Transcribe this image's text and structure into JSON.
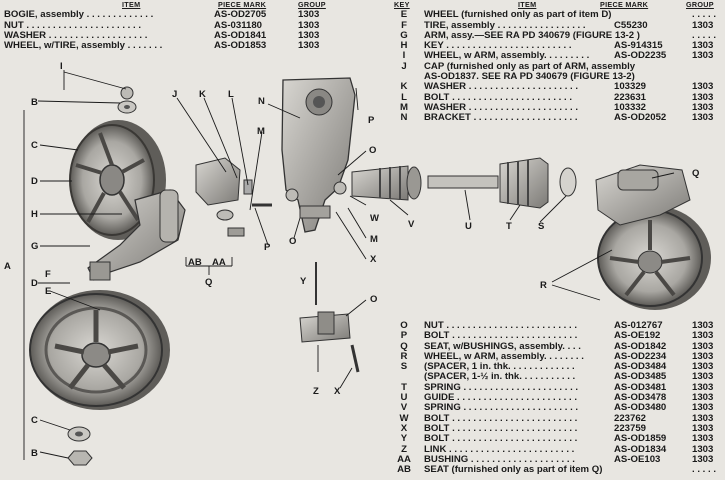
{
  "top_left_table": {
    "headers": {
      "item": "ITEM",
      "piece_mark": "PIECE MARK",
      "group": "GROUP"
    },
    "rows": [
      {
        "item": "BOGIE, assembly . . . . . . . . . . . . .",
        "piece_mark": "AS-OD2705",
        "group": "1303"
      },
      {
        "item": "NUT . . . . . . . . . . . . . . . . . . . . . .",
        "piece_mark": "AS-031180",
        "group": "1303"
      },
      {
        "item": "WASHER . . . . . . . . . . . . . . . . . . .",
        "piece_mark": "AS-OD1841",
        "group": "1303"
      },
      {
        "item": "WHEEL, w/TIRE, assembly . . . . . . .",
        "piece_mark": "AS-OD1853",
        "group": "1303"
      }
    ]
  },
  "top_right_table": {
    "headers": {
      "key": "KEY",
      "item": "ITEM",
      "piece_mark": "PIECE MARK",
      "group": "GROUP"
    },
    "rows": [
      {
        "key": "E",
        "item": "WHEEL (furnished only as part of item D)",
        "piece_mark": "",
        "group": ". . . . ."
      },
      {
        "key": "F",
        "item": "TIRE, assembly . . . . . . . . . . . . . . . . .",
        "piece_mark": "C55230",
        "group": "1303"
      },
      {
        "key": "G",
        "item": "ARM, assy.—SEE RA PD 340679 (FIGURE 13-2 )",
        "piece_mark": "",
        "group": ". . . . ."
      },
      {
        "key": "H",
        "item": "KEY . . . . . . . . . . . . . . . . . . . . . . . .",
        "piece_mark": "AS-914315",
        "group": "1303"
      },
      {
        "key": "I",
        "item": "WHEEL, w ARM, assembly. . . . . . . . .",
        "piece_mark": "AS-OD2235",
        "group": "1303"
      },
      {
        "key": "J",
        "item": "CAP (furnished only as part of ARM, assembly",
        "piece_mark": "",
        "group": ""
      },
      {
        "key": "",
        "item": "AS-OD1837. SEE RA PD 340679 (FIGURE 13-2)",
        "piece_mark": "",
        "group": ""
      },
      {
        "key": "K",
        "item": "WASHER . . . . . . . . . . . . . . . . . . . . .",
        "piece_mark": "103329",
        "group": "1303"
      },
      {
        "key": "L",
        "item": "BOLT . . . . . . . . . . . . . . . . . . . . . . .",
        "piece_mark": "223631",
        "group": "1303"
      },
      {
        "key": "M",
        "item": "WASHER . . . . . . . . . . . . . . . . . . . . .",
        "piece_mark": "103332",
        "group": "1303"
      },
      {
        "key": "N",
        "item": "BRACKET . . . . . . . . . . . . . . . . . . . .",
        "piece_mark": "AS-OD2052",
        "group": "1303"
      }
    ]
  },
  "bottom_right_table": {
    "rows": [
      {
        "key": "O",
        "item": "NUT . . . . . . . . . . . . . . . . . . . . . . . . .",
        "piece_mark": "AS-012767",
        "group": "1303"
      },
      {
        "key": "P",
        "item": "BOLT . . . . . . . . . . . . . . . . . . . . . . . .",
        "piece_mark": "AS-OE192",
        "group": "1303"
      },
      {
        "key": "Q",
        "item": "SEAT, w/BUSHINGS, assembly. . . .",
        "piece_mark": "AS-OD1842",
        "group": "1303"
      },
      {
        "key": "R",
        "item": "WHEEL, w ARM, assembly. . . . . . . .",
        "piece_mark": "AS-OD2234",
        "group": "1303"
      },
      {
        "key": "S",
        "item": "(SPACER, 1 in. thk. . . . . . . . . . . . .",
        "piece_mark": "AS-OD3484",
        "group": "1303"
      },
      {
        "key": "",
        "item": "(SPACER, 1-½ in. thk. . . . . . . . . . .",
        "piece_mark": "AS-OD3485",
        "group": "1303"
      },
      {
        "key": "T",
        "item": "SPRING . . . . . . . . . . . . . . . . . . . . . .",
        "piece_mark": "AS-OD3481",
        "group": "1303"
      },
      {
        "key": "U",
        "item": "GUIDE . . . . . . . . . . . . . . . . . . . . . . .",
        "piece_mark": "AS-OD3478",
        "group": "1303"
      },
      {
        "key": "V",
        "item": "SPRING . . . . . . . . . . . . . . . . . . . . . .",
        "piece_mark": "AS-OD3480",
        "group": "1303"
      },
      {
        "key": "W",
        "item": "BOLT . . . . . . . . . . . . . . . . . . . . . . . .",
        "piece_mark": "223762",
        "group": "1303"
      },
      {
        "key": "X",
        "item": "BOLT . . . . . . . . . . . . . . . . . . . . . . . .",
        "piece_mark": "223759",
        "group": "1303"
      },
      {
        "key": "Y",
        "item": "BOLT . . . . . . . . . . . . . . . . . . . . . . . .",
        "piece_mark": "AS-OD1859",
        "group": "1303"
      },
      {
        "key": "Z",
        "item": "LINK . . . . . . . . . . . . . . . . . . . . . . . .",
        "piece_mark": "AS-OD1834",
        "group": "1303"
      },
      {
        "key": "AA",
        "item": "BUSHING . . . . . . . . . . . . . . . . . . . .",
        "piece_mark": "AS-OE103",
        "group": "1303"
      },
      {
        "key": "AB",
        "item": "SEAT (furnished only as part of item Q)",
        "piece_mark": "",
        "group": ". . . . ."
      }
    ]
  },
  "callouts": {
    "A": "A",
    "B": "B",
    "C": "C",
    "D": "D",
    "E": "E",
    "F": "F",
    "G": "G",
    "H": "H",
    "I": "I",
    "J": "J",
    "K": "K",
    "L": "L",
    "M": "M",
    "N": "N",
    "O": "O",
    "P": "P",
    "Q": "Q",
    "R": "R",
    "S": "S",
    "T": "T",
    "U": "U",
    "V": "V",
    "W": "W",
    "X": "X",
    "Y": "Y",
    "Z": "Z",
    "AB": "AB",
    "AA": "AA"
  },
  "colors": {
    "paper": "#e8e6e1",
    "ink": "#1a1a1a",
    "metal_light": "#cfcdc8",
    "metal_mid": "#a9a7a2",
    "metal_dark": "#6d6b67"
  }
}
